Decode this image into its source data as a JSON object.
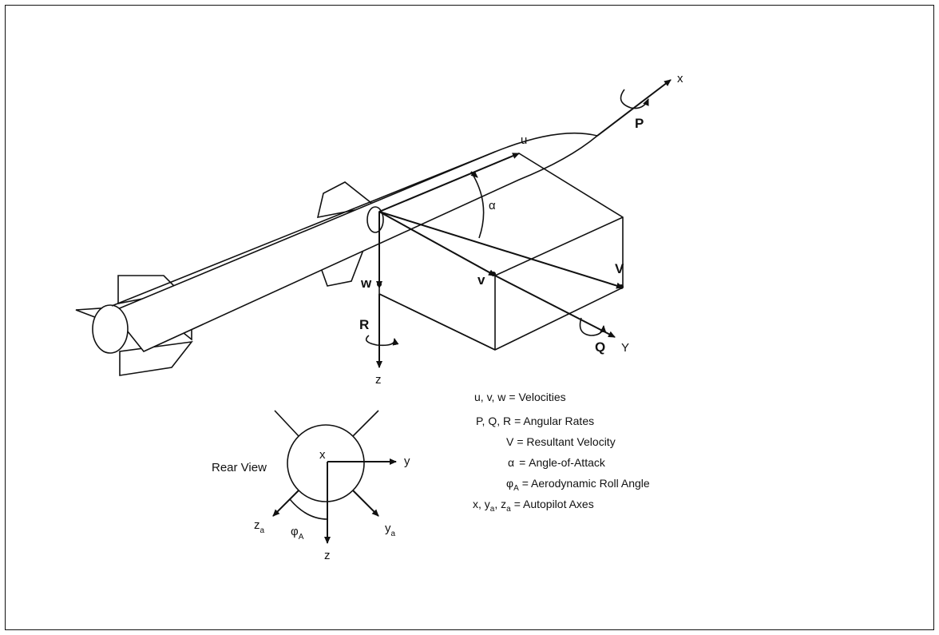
{
  "labels": {
    "x_axis": "x",
    "y_axis": "Y",
    "z_axis": "z",
    "u": "u",
    "v": "v",
    "w": "w",
    "V": "V",
    "alpha": "α",
    "P": "P",
    "Q": "Q",
    "R": "R"
  },
  "rear_view": {
    "title": "Rear View",
    "x": "x",
    "y": "y",
    "z": "z",
    "za": "z",
    "za_sub": "a",
    "ya": "y",
    "ya_sub": "a",
    "phi": "φ",
    "phi_sub": "A"
  },
  "legend": [
    {
      "symbol": "u, v, w",
      "desc": "= Velocities"
    },
    {
      "symbol": "P, Q, R",
      "desc": "= Angular Rates"
    },
    {
      "symbol": "V",
      "desc": "= Resultant Velocity"
    },
    {
      "symbol": "α",
      "desc": "= Angle-of-Attack"
    },
    {
      "symbol": "φ",
      "symbol_sub": "A",
      "desc": "= Aerodynamic Roll Angle"
    },
    {
      "symbol": "x, y",
      "symbol_sub": "a",
      "symbol_tail": ", z",
      "symbol_tail_sub": "a",
      "desc": "= Autopilot Axes"
    }
  ],
  "colors": {
    "ink": "#111111",
    "paper": "#ffffff"
  }
}
